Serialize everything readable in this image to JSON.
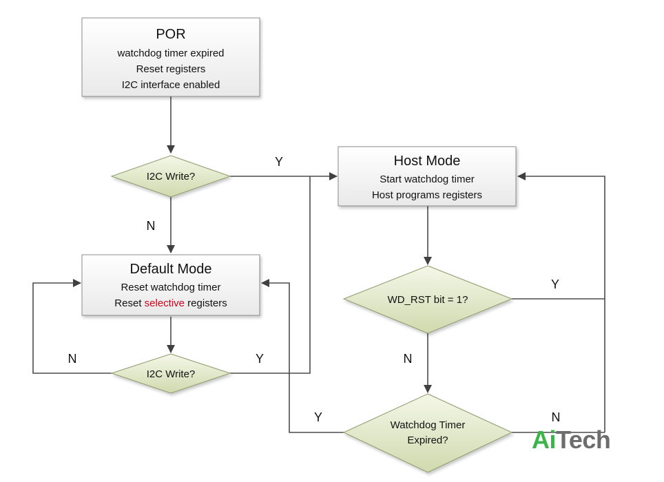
{
  "nodes": {
    "por": {
      "title": "POR",
      "lines": [
        "watchdog timer expired",
        "Reset registers",
        "I2C interface enabled"
      ]
    },
    "i2c_write_1": {
      "label": "I2C Write?"
    },
    "host_mode": {
      "title": "Host Mode",
      "lines": [
        "Start watchdog timer",
        "Host programs registers"
      ]
    },
    "default_mode": {
      "title": "Default Mode",
      "line1": "Reset watchdog timer",
      "line2_pre": "Reset ",
      "line2_highlight": "selective",
      "line2_post": " registers"
    },
    "i2c_write_2": {
      "label": "I2C Write?"
    },
    "wd_rst": {
      "label": "WD_RST bit = 1?"
    },
    "wdt_expired": {
      "lines": [
        "Watchdog Timer",
        "Expired?"
      ]
    }
  },
  "edge_labels": {
    "i2c1_yes": "Y",
    "i2c1_no": "N",
    "i2c2_no": "N",
    "i2c2_yes": "Y",
    "wdrst_yes": "Y",
    "wdrst_no": "N",
    "wdt_yes": "Y",
    "wdt_no": "N"
  },
  "colors": {
    "box_fill_top": "#ffffff",
    "box_fill_bottom": "#ececec",
    "diamond_fill_top": "#f3f6e6",
    "diamond_fill_bottom": "#d3dcb3",
    "highlight_text": "#d0021b",
    "logo_ai": "#3bb44a",
    "logo_tech": "#6d6d6d"
  },
  "watermark": {
    "part1": "Ai",
    "part2": "Tech"
  }
}
